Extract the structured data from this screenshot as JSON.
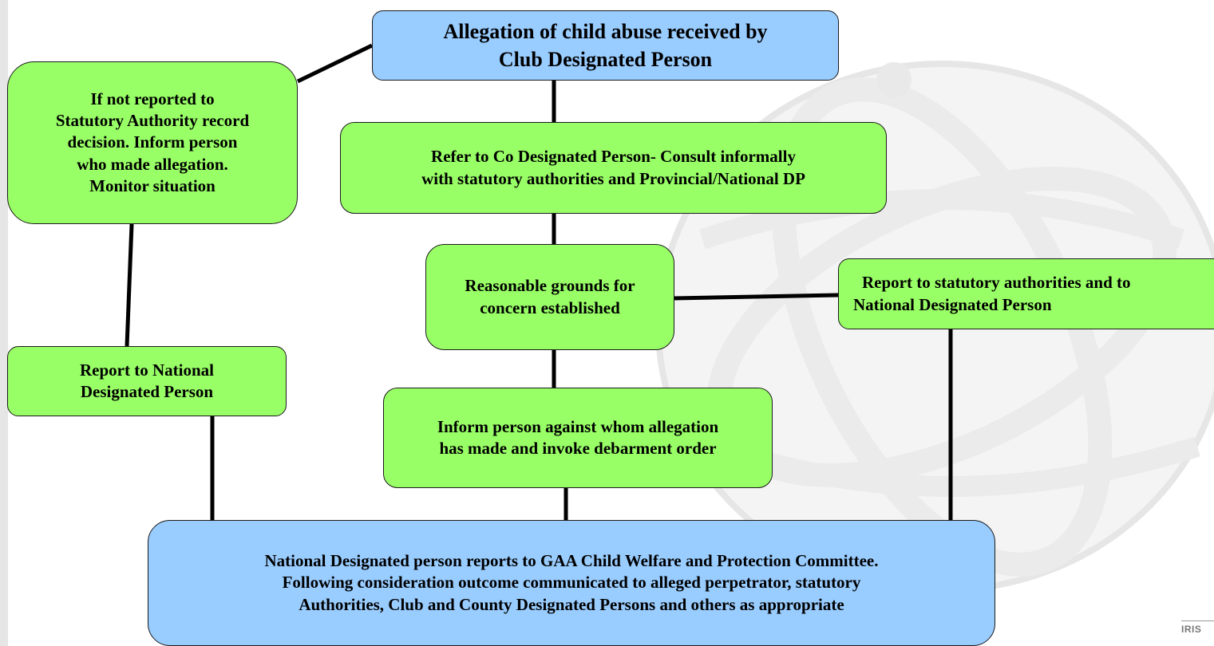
{
  "nodes": {
    "allegation": {
      "line1": "Allegation of child abuse received by",
      "line2": "Club Designated Person",
      "color": "#99ccff"
    },
    "refer_to_co": {
      "line1": "Refer to Co Designated Person- Consult informally",
      "line2": "with statutory authorities and Provincial/National DP",
      "color": "#99ff66"
    },
    "if_not_reported": {
      "line1": "If not reported to",
      "line2": "Statutory Authority record",
      "line3": "decision. Inform person",
      "line4": "who made allegation.",
      "line5": "Monitor situation",
      "color": "#99ff66"
    },
    "reasonable_grounds": {
      "line1": "Reasonable grounds for",
      "line2": "concern established",
      "color": "#99ff66"
    },
    "report_statutory": {
      "line1": "Report to statutory authorities and to",
      "line2": "National Designated Person",
      "color": "#99ff66"
    },
    "report_national": {
      "line1": "Report to National",
      "line2": "Designated Person",
      "color": "#99ff66"
    },
    "inform_person": {
      "line1": "Inform person against whom allegation",
      "line2": "has made and invoke debarment order",
      "color": "#99ff66"
    },
    "national_reports": {
      "line1": "National Designated person reports to GAA Child Welfare and Protection Committee.",
      "line2": "Following consideration outcome communicated to alleged perpetrator, statutory",
      "line3": "Authorities, Club and County Designated Persons and others as appropriate",
      "color": "#99ccff"
    }
  },
  "edges": [
    {
      "from": "allegation",
      "to": "refer_to_co"
    },
    {
      "from": "allegation",
      "to": "if_not_reported"
    },
    {
      "from": "refer_to_co",
      "to": "reasonable_grounds"
    },
    {
      "from": "reasonable_grounds",
      "to": "report_statutory"
    },
    {
      "from": "reasonable_grounds",
      "to": "inform_person"
    },
    {
      "from": "if_not_reported",
      "to": "report_national"
    },
    {
      "from": "report_national",
      "to": "national_reports"
    },
    {
      "from": "inform_person",
      "to": "national_reports"
    },
    {
      "from": "report_statutory",
      "to": "national_reports"
    }
  ],
  "logo": {
    "text": "IRIS"
  },
  "colors": {
    "blue_box": "#99ccff",
    "green_box": "#99ff66",
    "connector": "#000000",
    "watermark": "#e9e9e9"
  }
}
